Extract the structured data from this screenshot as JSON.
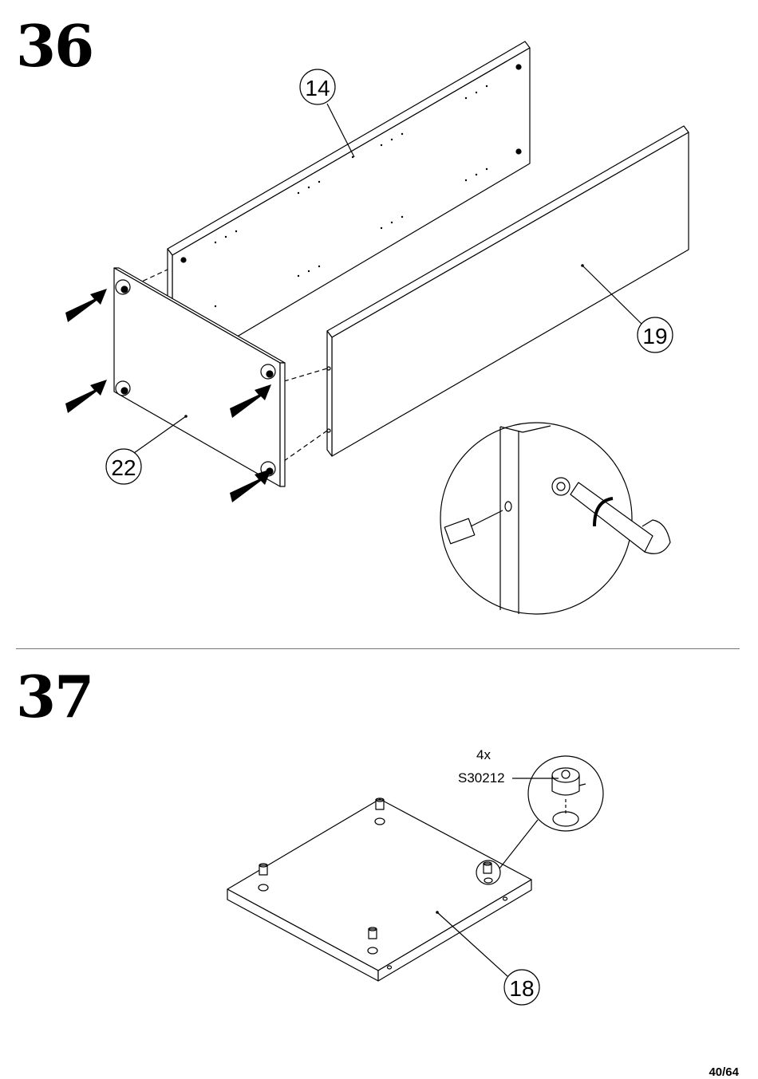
{
  "steps": [
    {
      "number": "36",
      "parts": [
        "14",
        "19",
        "22"
      ]
    },
    {
      "number": "37",
      "parts": [
        "18"
      ],
      "hardware": {
        "quantity": "4x",
        "code": "S30212"
      }
    }
  ],
  "page": {
    "label": "40/64"
  }
}
